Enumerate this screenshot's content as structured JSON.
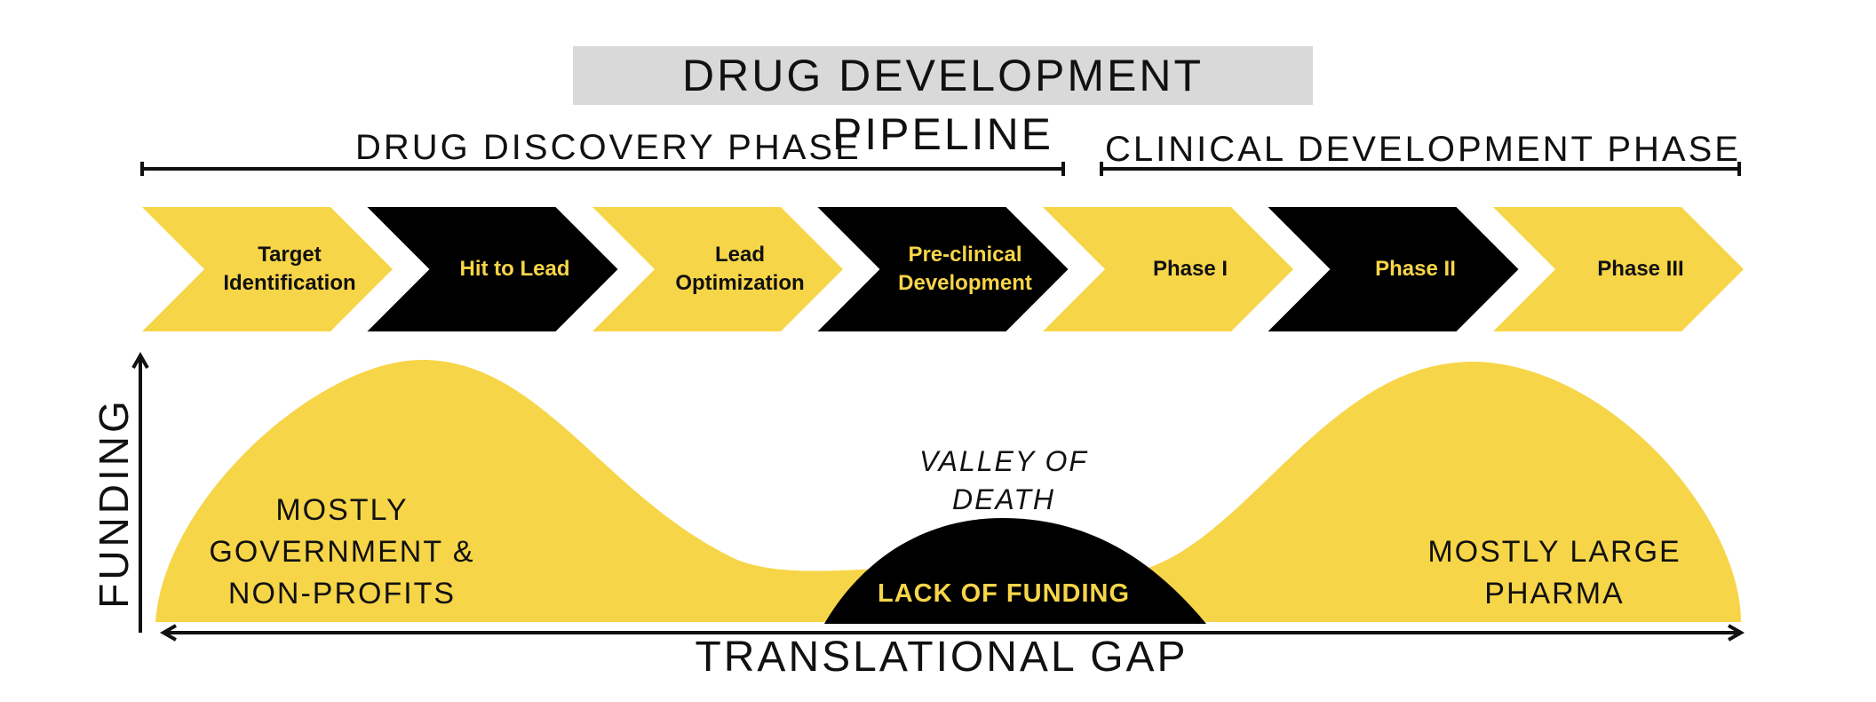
{
  "title": "DRUG DEVELOPMENT PIPELINE",
  "phases": {
    "discovery": "DRUG DISCOVERY PHASE",
    "clinical": "CLINICAL DEVELOPMENT PHASE"
  },
  "stages": [
    {
      "line1": "Target",
      "line2": "Identification",
      "style": "gold"
    },
    {
      "line1": "Hit to Lead",
      "line2": "",
      "style": "black"
    },
    {
      "line1": "Lead",
      "line2": "Optimization",
      "style": "gold"
    },
    {
      "line1": "Pre-clinical",
      "line2": "Development",
      "style": "black"
    },
    {
      "line1": "Phase I",
      "line2": "",
      "style": "gold"
    },
    {
      "line1": "Phase II",
      "line2": "",
      "style": "black"
    },
    {
      "line1": "Phase III",
      "line2": "",
      "style": "gold"
    }
  ],
  "funding": {
    "axis_label": "FUNDING",
    "left_text": [
      "MOSTLY",
      "GOVERNMENT &",
      "NON-PROFITS"
    ],
    "right_text": [
      "MOSTLY LARGE",
      "PHARMA"
    ],
    "valley_text": [
      "VALLEY OF",
      "DEATH"
    ],
    "lack_text": "LACK OF FUNDING"
  },
  "gap_label": "TRANSLATIONAL GAP",
  "colors": {
    "gold": "#f7d548",
    "black": "#000000",
    "title_bg": "#d9d9d9"
  }
}
